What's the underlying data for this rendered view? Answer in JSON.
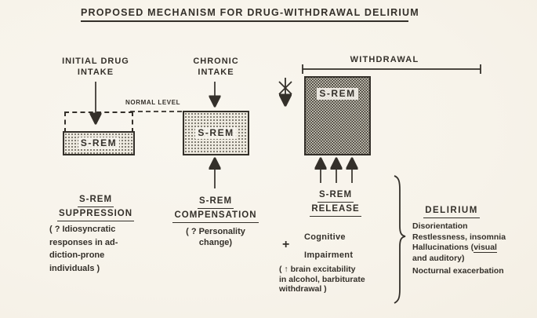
{
  "title": "PROPOSED MECHANISM FOR DRUG-WITHDRAWAL DELIRIUM",
  "colors": {
    "paper": "#f7f3ea",
    "ink": "#34302a"
  },
  "stage_initial": {
    "label_line1": "INITIAL DRUG",
    "label_line2": "INTAKE",
    "normal_level_label": "NORMAL LEVEL",
    "box_label": "S-REM",
    "heading_line1": "S-REM",
    "heading_line2": "SUPPRESSION",
    "note_lines": [
      "( ? Idiosyncratic",
      "responses in ad-",
      "diction-prone",
      "individuals )"
    ]
  },
  "stage_chronic": {
    "label_line1": "CHRONIC",
    "label_line2": "INTAKE",
    "box_label": "S-REM",
    "heading_line1": "S-REM",
    "heading_line2": "COMPENSATION",
    "note_lines": [
      "( ? Personality",
      "change)"
    ]
  },
  "stage_withdrawal": {
    "phase_label": "WITHDRAWAL",
    "box_label": "S-REM",
    "heading_line1": "S-REM",
    "heading_line2": "RELEASE",
    "plus_sign": "+",
    "effect_line1": "Cognitive",
    "effect_line2": "Impairment",
    "note_lines": [
      "( ↑ brain excitability",
      "in alcohol, barbiturate",
      "withdrawal )"
    ]
  },
  "delirium": {
    "heading": "DELIRIUM",
    "line1": "Disorientation",
    "line2": "Restlessness, insomnia",
    "line3_prefix": "Hallucinations (",
    "line3_underlined": "visual",
    "line4": "and auditory)",
    "line5": "Nocturnal exacerbation"
  }
}
